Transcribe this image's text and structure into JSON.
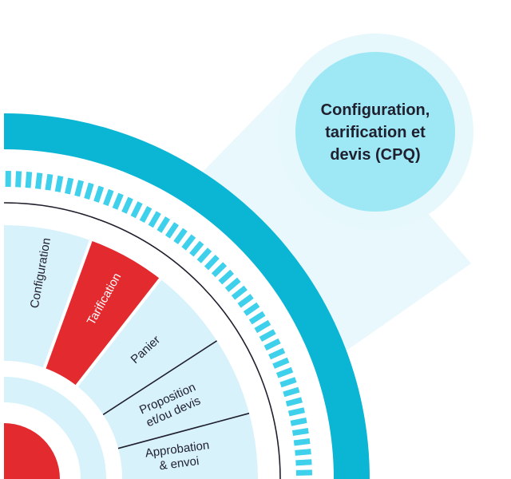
{
  "callout": {
    "lines": [
      "Configuration,",
      "tarification et",
      "devis (CPQ)"
    ]
  },
  "segments": [
    {
      "lines": [
        "Configuration"
      ],
      "highlighted": false
    },
    {
      "lines": [
        "Tarification"
      ],
      "highlighted": true
    },
    {
      "lines": [
        "Panier"
      ],
      "highlighted": false
    },
    {
      "lines": [
        "Proposition",
        "et/ou devis"
      ],
      "highlighted": false
    },
    {
      "lines": [
        "Approbation",
        "& envoi"
      ],
      "highlighted": false
    }
  ],
  "colors": {
    "outer_ring": "#0bb5d4",
    "tick": "#3fd0ec",
    "segment_fill": "#d7f2fa",
    "highlight": "#e32a2f",
    "callout_fill": "#9ee8f6",
    "callout_halo": "#e6f8fc",
    "beam": "#e9f8fc",
    "divider": "#1f1f2e",
    "text": "#1f1f2e",
    "highlight_text": "#ffffff"
  }
}
